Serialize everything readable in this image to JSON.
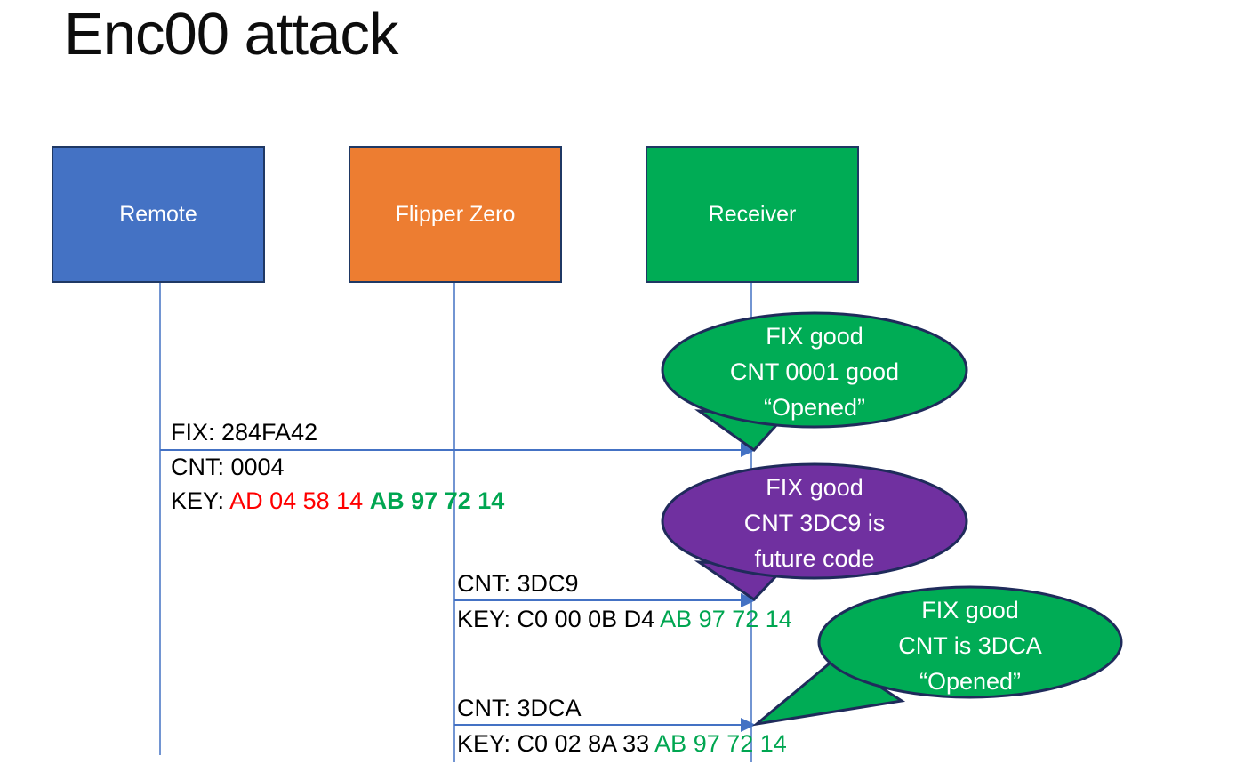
{
  "title": "Enc00 attack",
  "colors": {
    "remote_blue": "#4472C4",
    "flipper_orange": "#ED7D31",
    "receiver_green": "#00AC55",
    "bubble_purple": "#7030A0",
    "box_outline_navy": "#1F3864",
    "bubble_outline_navy": "#1F2B5B",
    "line_blue": "#4472C4",
    "key_red": "#FF0000",
    "key_green": "#00A651",
    "text_black": "#000000",
    "text_white": "#FFFFFF"
  },
  "actors": [
    {
      "label": "Remote",
      "fill": "#4472C4"
    },
    {
      "label": "Flipper Zero",
      "fill": "#ED7D31"
    },
    {
      "label": "Receiver",
      "fill": "#00AC55"
    }
  ],
  "messages": [
    {
      "from": "Remote",
      "to": "Receiver",
      "fix": "FIX: 284FA42",
      "cnt": "CNT: 0004",
      "key": [
        {
          "text": "KEY: ",
          "color": "#000000"
        },
        {
          "text": "AD 04 58 14 ",
          "color": "#FF0000"
        },
        {
          "text": "AB 97 72 14",
          "color": "#00A651",
          "bold": true
        }
      ]
    },
    {
      "from": "Flipper Zero",
      "to": "Receiver",
      "cnt": "CNT: 3DC9",
      "key": [
        {
          "text": "KEY: C0 00 0B D4 ",
          "color": "#000000"
        },
        {
          "text": "AB 97 72 14",
          "color": "#00A651"
        }
      ]
    },
    {
      "from": "Flipper Zero",
      "to": "Receiver",
      "cnt": "CNT: 3DCA",
      "key": [
        {
          "text": "KEY: C0 02 8A 33 ",
          "color": "#000000"
        },
        {
          "text": "AB 97 72 14",
          "color": "#00A651"
        }
      ]
    }
  ],
  "bubbles": [
    {
      "fill": "#00AC55",
      "lines": [
        "FIX good",
        "CNT 0001 good",
        "“Opened”"
      ]
    },
    {
      "fill": "#7030A0",
      "lines": [
        "FIX good",
        "CNT 3DC9 is",
        "future code"
      ]
    },
    {
      "fill": "#00AC55",
      "lines": [
        "FIX good",
        "CNT is 3DCA",
        "“Opened”"
      ]
    }
  ]
}
